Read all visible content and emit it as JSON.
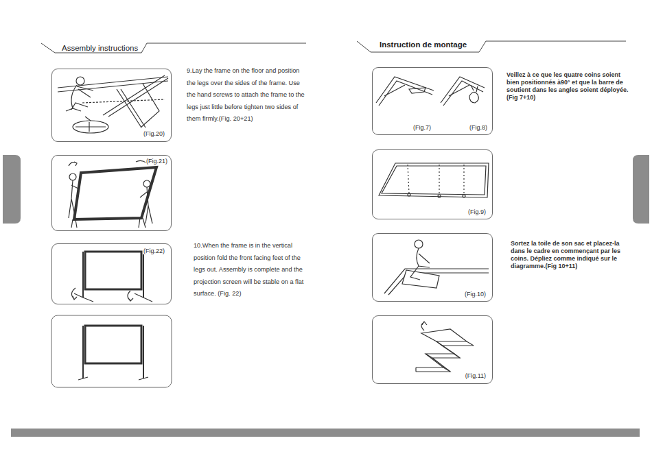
{
  "diagram": {
    "nodes": [
      {
        "text": [
          "(Fig.20)"
        ]
      },
      {
        "text": [
          "(Fig.21)"
        ]
      },
      {
        "text": [
          "(Fig.22)"
        ]
      },
      {
        "text": [
          "(Fig.7)",
          "(Fig.8)"
        ]
      },
      {
        "text": [
          "(Fig.9)"
        ]
      },
      {
        "text": [
          "(Fig.10)"
        ]
      },
      {
        "text": [
          "(Fig.11)"
        ]
      }
    ],
    "labels": [
      "Assembly instructions",
      "9.Lay the frame on the floor and position the legs over the sides of the frame. Use the hand screws to attach the frame to the legs just little before tighten two sides of them firmly.(Fig. 20+21)",
      "10.When the frame is in the vertical position fold the front facing feet of the legs out. Assembly is complete and the projection screen will be stable on a flat surface. (Fig. 22)",
      "Instruction de montage",
      "Veillez à ce que les quatre coins soient bien positionnés à90° et que la barre de soutient dans les angles soient déployée.(Fig 7+10)",
      "Sortez la toile de son sac et placez-la dans le cadre en commençant par les coins. Dépliez comme indiqué sur le diagramme.(Fig 10+11)"
    ]
  }
}
